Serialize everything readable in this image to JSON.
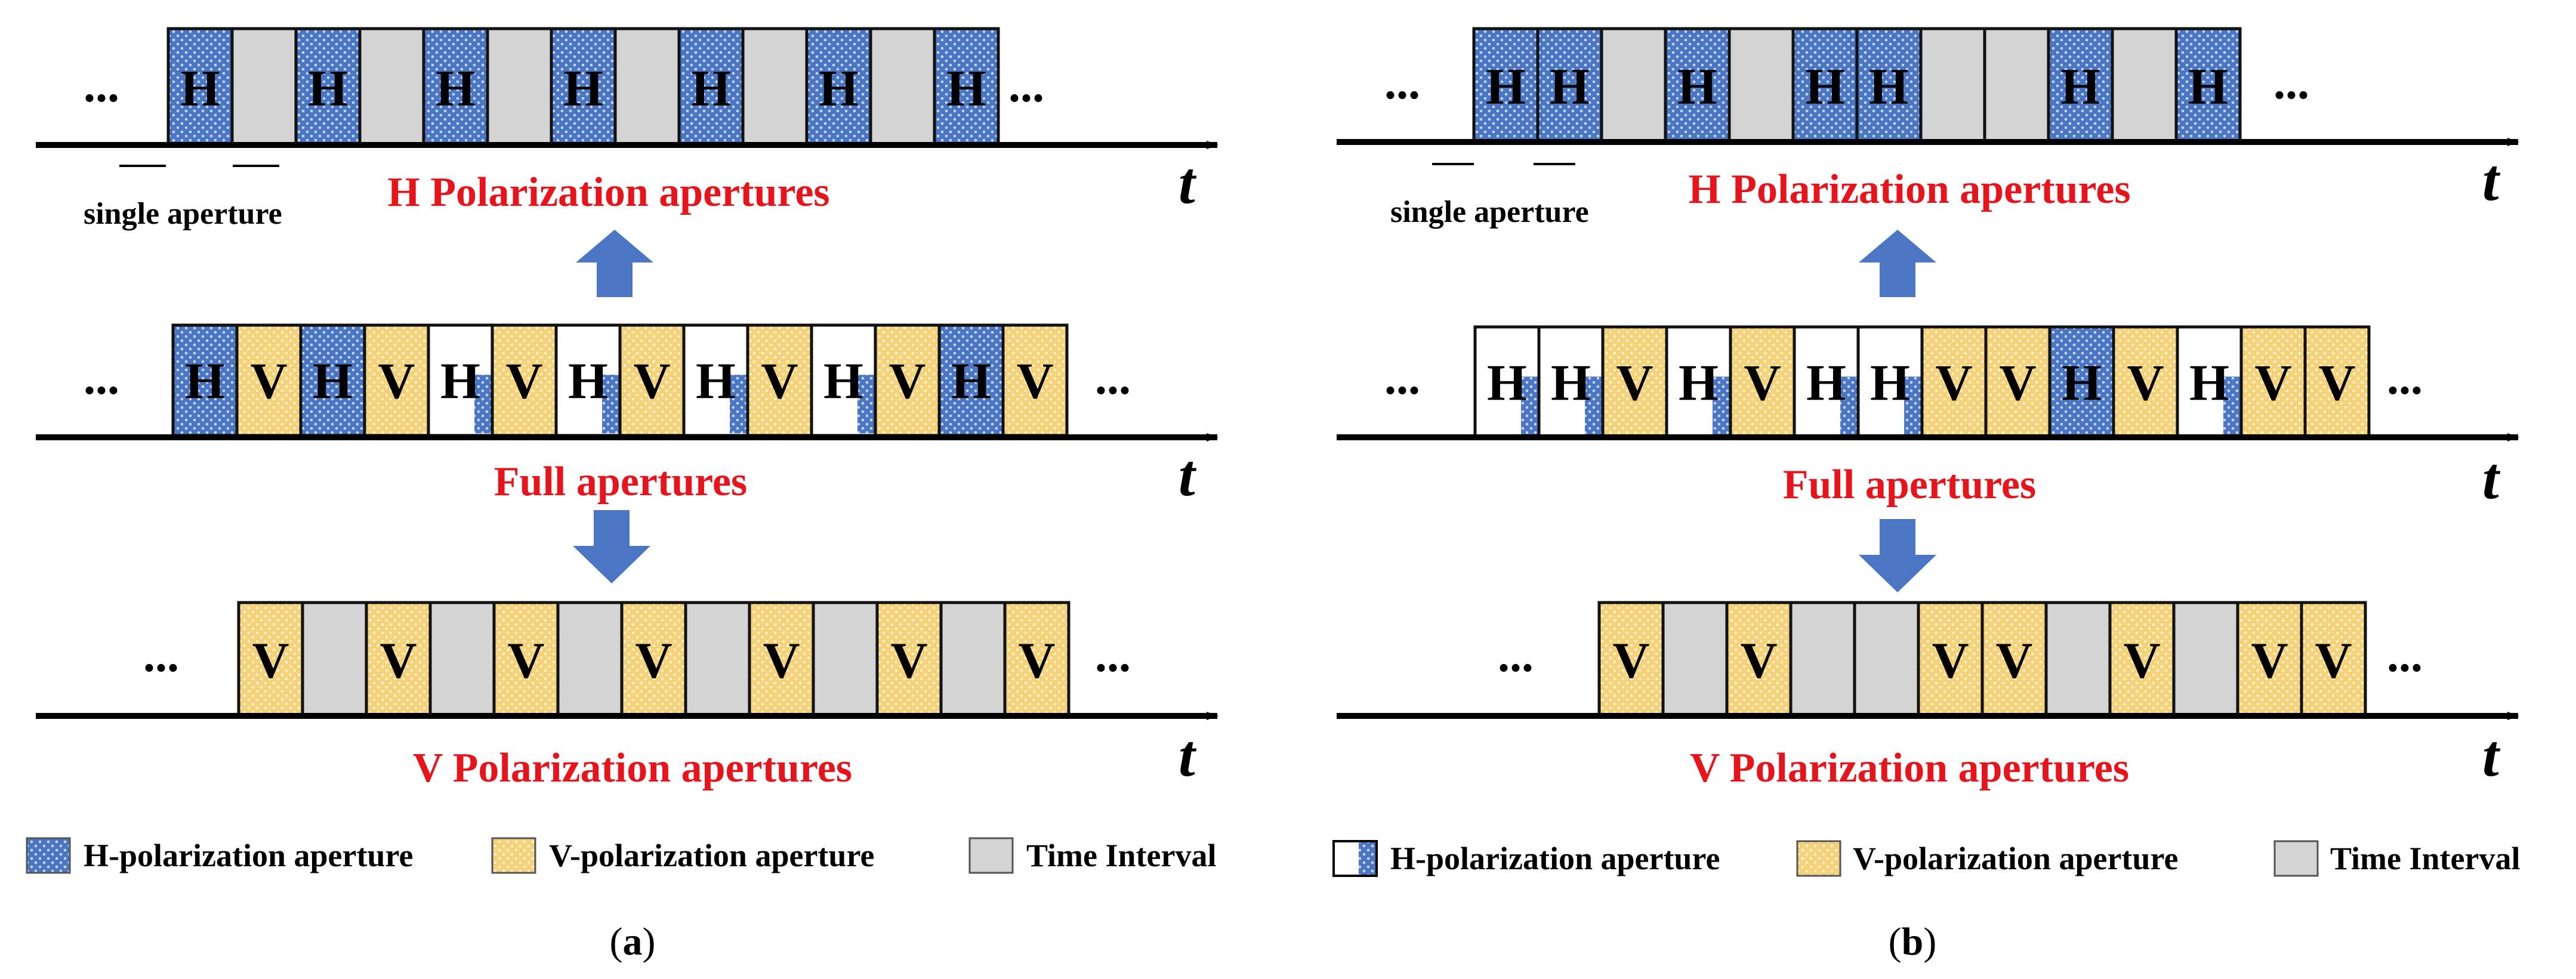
{
  "colors": {
    "h_fill": "#4a76c4",
    "v_fill": "#f5d27a",
    "gap_fill": "#d4d4d4",
    "label_red": "#e8141c",
    "arrow_blue": "#4a76c4"
  },
  "labels": {
    "ellipsis": "...",
    "axis_t": "t",
    "single_aperture": "single aperture",
    "h_title": "H Polarization apertures",
    "full_title": "Full apertures",
    "v_title": "V Polarization apertures",
    "h_letter": "H",
    "v_letter": "V"
  },
  "legend": {
    "h": "H-polarization aperture",
    "v": "V-polarization aperture",
    "gap": "Time Interval"
  },
  "panels": [
    {
      "caption_open": "(",
      "caption_letter": "a",
      "caption_close": ")",
      "h_row": [
        "H",
        "G",
        "H",
        "G",
        "H",
        "G",
        "H",
        "G",
        "H",
        "G",
        "H",
        "G",
        "H"
      ],
      "full_row": [
        "H",
        "V",
        "H",
        "V",
        "H",
        "V",
        "H",
        "V",
        "H",
        "V",
        "H",
        "V",
        "H",
        "V"
      ],
      "full_white": [
        false,
        false,
        false,
        false,
        true,
        false,
        true,
        false,
        true,
        false,
        true,
        false,
        false,
        false
      ],
      "v_row": [
        "V",
        "G",
        "V",
        "G",
        "V",
        "G",
        "V",
        "G",
        "V",
        "G",
        "V",
        "G",
        "V"
      ]
    },
    {
      "caption_open": "(",
      "caption_letter": "b",
      "caption_close": ")",
      "h_row": [
        "H",
        "H",
        "G",
        "H",
        "G",
        "H",
        "H",
        "G",
        "G",
        "H",
        "G",
        "H"
      ],
      "full_row": [
        "H",
        "H",
        "V",
        "H",
        "V",
        "H",
        "H",
        "V",
        "V",
        "H",
        "V",
        "H",
        "V",
        "V"
      ],
      "full_white": [
        true,
        true,
        false,
        true,
        false,
        true,
        true,
        false,
        false,
        false,
        false,
        true,
        false,
        false
      ],
      "v_row": [
        "V",
        "G",
        "V",
        "G",
        "G",
        "V",
        "V",
        "G",
        "V",
        "G",
        "V",
        "V"
      ]
    }
  ]
}
